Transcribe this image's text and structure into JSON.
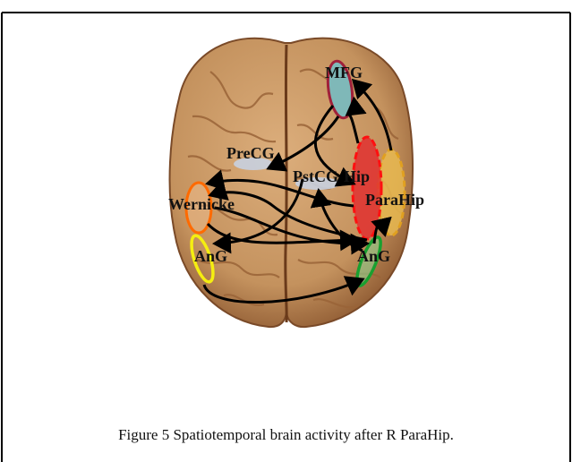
{
  "regions": [
    {
      "id": "mfg",
      "label": "MFG",
      "fill": "#7fb8b8",
      "stroke": "#a0203a"
    },
    {
      "id": "precg",
      "label": "PreCG",
      "fill": "#c8d0e0",
      "stroke": "#c8d0e0"
    },
    {
      "id": "pstcg",
      "label": "PstCG",
      "fill": "#c8d0e0",
      "stroke": "#c8d0e0"
    },
    {
      "id": "hip",
      "label": "Hip",
      "fill": "#e03030",
      "stroke": "#ff1010"
    },
    {
      "id": "parahip",
      "label": "ParaHip",
      "fill": "#e8b850",
      "stroke": "#e0a020"
    },
    {
      "id": "wernicke",
      "label": "Wernicke",
      "fill": "#f2c090",
      "stroke": "#ff6a00"
    },
    {
      "id": "ang-left",
      "label": "AnG",
      "fill": "none",
      "stroke": "#f5ee10"
    },
    {
      "id": "ang-right",
      "label": "AnG",
      "fill": "#8fd08f",
      "stroke": "#1aa030"
    }
  ],
  "caption": "Figure 5 Spatiotemporal brain activity after R ParaHip.",
  "colors": {
    "brain": "#c99a6a",
    "brain_dark": "#9e6a3e",
    "arrow": "#000000",
    "frame": "#000000"
  }
}
